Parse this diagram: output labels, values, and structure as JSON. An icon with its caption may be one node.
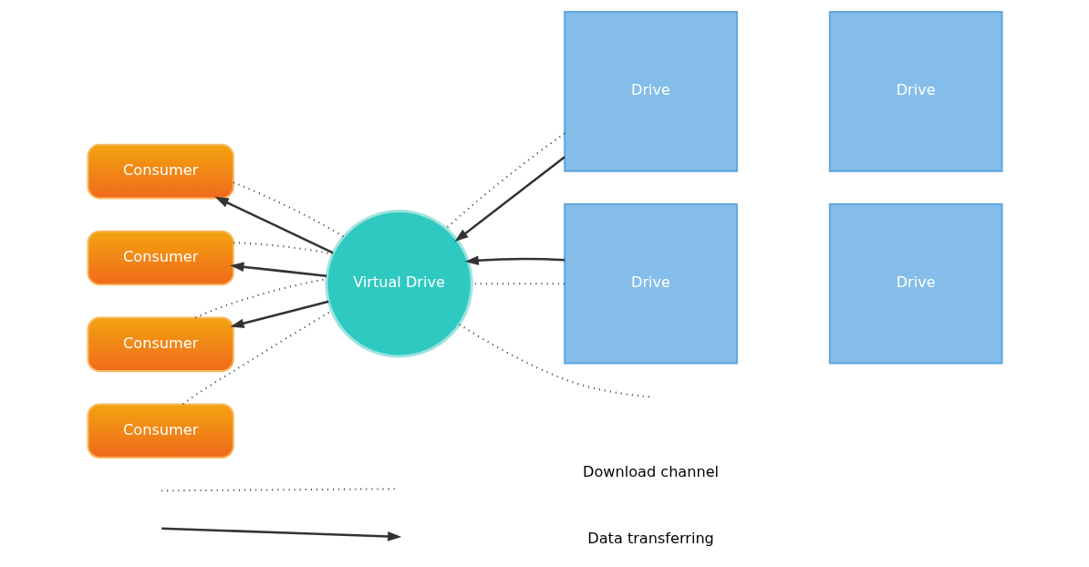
{
  "diagram": {
    "nodes": [
      {
        "text": [
          "Consumer"
        ]
      },
      {
        "text": [
          "Consumer"
        ]
      },
      {
        "text": [
          "Consumer"
        ]
      },
      {
        "text": [
          "Consumer"
        ]
      },
      {
        "text": [
          "Virtual Drive"
        ]
      },
      {
        "text": [
          "Drive"
        ]
      },
      {
        "text": [
          "Drive"
        ]
      },
      {
        "text": [
          "Drive"
        ]
      },
      {
        "text": [
          "Drive"
        ]
      }
    ],
    "edges": [
      {
        "from": 4,
        "to": 0,
        "arrow": "to"
      },
      {
        "from": 0,
        "to": 4,
        "arrow": "none",
        "style": "dashed"
      },
      {
        "from": 4,
        "to": 1,
        "arrow": "to"
      },
      {
        "from": 1,
        "to": 4,
        "arrow": "none",
        "style": "dashed"
      },
      {
        "from": 4,
        "to": 2,
        "arrow": "to"
      },
      {
        "from": 2,
        "to": 4,
        "arrow": "none",
        "style": "dashed"
      },
      {
        "from": 3,
        "to": 4,
        "arrow": "none",
        "style": "dashed"
      },
      {
        "from": 5,
        "to": 4,
        "arrow": "to"
      },
      {
        "from": 5,
        "to": 4,
        "arrow": "none",
        "style": "dashed"
      },
      {
        "from": 4,
        "to": null,
        "arrow": "none",
        "style": "dashed"
      },
      {
        "from": 7,
        "to": 4,
        "arrow": "none",
        "style": "dashed"
      },
      {
        "from": 7,
        "to": 4,
        "arrow": "to"
      }
    ],
    "legend": [
      {
        "text": "Download channel"
      },
      {
        "text": "Data transferring"
      }
    ]
  }
}
